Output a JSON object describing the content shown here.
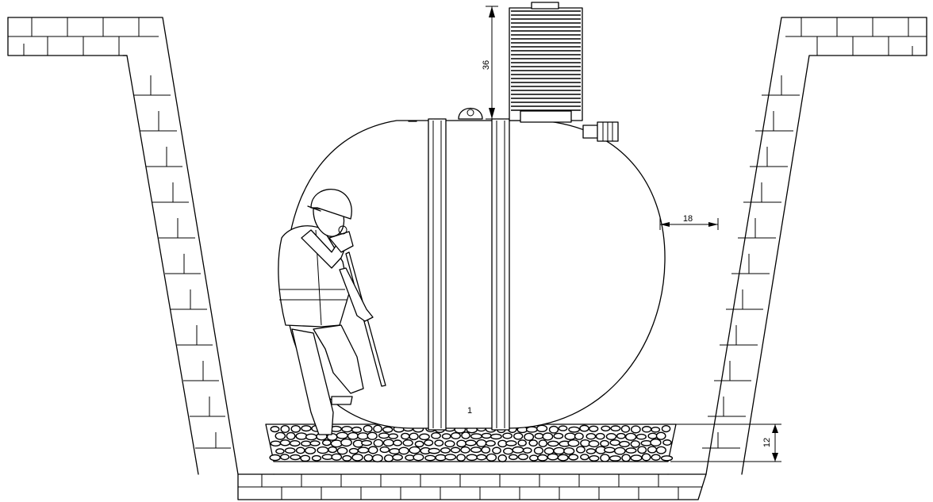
{
  "diagram": {
    "dimensions": {
      "riser_height": "36",
      "side_clearance": "18",
      "bedding_depth": "12"
    },
    "tank_label": "1",
    "colors": {
      "line": "#000000",
      "background": "#ffffff"
    }
  }
}
